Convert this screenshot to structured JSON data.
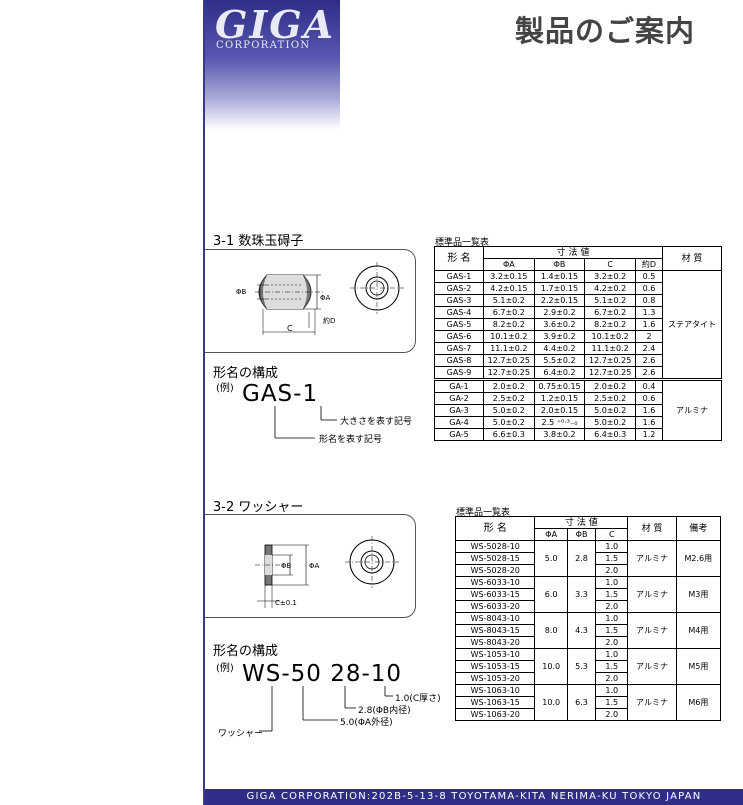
{
  "brand": {
    "logo_main": "GIGA",
    "logo_sub": "CORPORATION"
  },
  "page_title": "製品のご案内",
  "gas": {
    "section_title": "3-1 数珠玉碍子",
    "diagram_labels": {
      "b": "ΦB",
      "a": "ΦA",
      "c": "C",
      "d": "約D"
    },
    "composition_title": "形名の構成",
    "example": "(例)",
    "part_number": "GAS-1",
    "legend_size": "大きさを表す記号",
    "legend_model": "形名を表す記号",
    "table_title": "標準品一覧表",
    "headers": {
      "model": "形 名",
      "dims": "寸 法 値",
      "material": "材 質",
      "a": "ΦA",
      "b": "ΦB",
      "c": "C",
      "d": "約D"
    },
    "rows": [
      [
        "GAS-1",
        "3.2±0.15",
        "1.4±0.15",
        "3.2±0.2",
        "0.5"
      ],
      [
        "GAS-2",
        "4.2±0.15",
        "1.7±0.15",
        "4.2±0.2",
        "0.6"
      ],
      [
        "GAS-3",
        "5.1±0.2",
        "2.2±0.15",
        "5.1±0.2",
        "0.8"
      ],
      [
        "GAS-4",
        "6.7±0.2",
        "2.9±0.2",
        "6.7±0.2",
        "1.3"
      ],
      [
        "GAS-5",
        "8.2±0.2",
        "3.6±0.2",
        "8.2±0.2",
        "1.6"
      ],
      [
        "GAS-6",
        "10.1±0.2",
        "3.9±0.2",
        "10.1±0.2",
        "2"
      ],
      [
        "GAS-7",
        "11.1±0.2",
        "4.4±0.2",
        "11.1±0.2",
        "2.4"
      ],
      [
        "GAS-8",
        "12.7±0.25",
        "5.5±0.2",
        "12.7±0.25",
        "2.6"
      ],
      [
        "GAS-9",
        "12.7±0.25",
        "6.4±0.2",
        "12.7±0.25",
        "2.6"
      ],
      [
        "GA-1",
        "2.0±0.2",
        "0.75±0.15",
        "2.0±0.2",
        "0.4"
      ],
      [
        "GA-2",
        "2.5±0.2",
        "1.2±0.15",
        "2.5±0.2",
        "0.6"
      ],
      [
        "GA-3",
        "5.0±0.2",
        "2.0±0.15",
        "5.0±0.2",
        "1.6"
      ],
      [
        "GA-4",
        "5.0±0.2",
        "2.5 ⁺⁰·³₋₀",
        "5.0±0.2",
        "1.6"
      ],
      [
        "GA-5",
        "6.6±0.3",
        "3.8±0.2",
        "6.4±0.3",
        "1.2"
      ]
    ],
    "material_1": "ステアタイト",
    "material_2": "アルミナ"
  },
  "ws": {
    "section_title": "3-2 ワッシャー",
    "diagram_labels": {
      "b": "ΦB",
      "a": "ΦA",
      "c": "C±0.1"
    },
    "composition_title": "形名の構成",
    "example": "(例)",
    "part_number": "WS-50 28-10",
    "legend_thickness": "1.0(C厚さ)",
    "legend_inner": "2.8(ΦB内径)",
    "legend_outer": "5.0(ΦA外径)",
    "legend_washer": "ワッシャー",
    "table_title": "標準品一覧表",
    "headers": {
      "model": "形 名",
      "dims": "寸 法 値",
      "material": "材 質",
      "note": "備考",
      "a": "ΦA",
      "b": "ΦB",
      "c": "C"
    },
    "groups": [
      {
        "models": [
          "WS-5028-10",
          "WS-5028-15",
          "WS-5028-20"
        ],
        "a": "5.0",
        "b": "2.8",
        "c": [
          "1.0",
          "1.5",
          "2.0"
        ],
        "material": "アルミナ",
        "note": "M2.6用"
      },
      {
        "models": [
          "WS-6033-10",
          "WS-6033-15",
          "WS-6033-20"
        ],
        "a": "6.0",
        "b": "3.3",
        "c": [
          "1.0",
          "1.5",
          "2.0"
        ],
        "material": "アルミナ",
        "note": "M3用"
      },
      {
        "models": [
          "WS-8043-10",
          "WS-8043-15",
          "WS-8043-20"
        ],
        "a": "8.0",
        "b": "4.3",
        "c": [
          "1.0",
          "1.5",
          "2.0"
        ],
        "material": "アルミナ",
        "note": "M4用"
      },
      {
        "models": [
          "WS-1053-10",
          "WS-1053-15",
          "WS-1053-20"
        ],
        "a": "10.0",
        "b": "5.3",
        "c": [
          "1.0",
          "1.5",
          "2.0"
        ],
        "material": "アルミナ",
        "note": "M5用"
      },
      {
        "models": [
          "WS-1063-10",
          "WS-1063-15",
          "WS-1063-20"
        ],
        "a": "10.0",
        "b": "6.3",
        "c": [
          "1.0",
          "1.5",
          "2.0"
        ],
        "material": "アルミナ",
        "note": "M6用"
      }
    ]
  },
  "footer": "GIGA CORPORATION:202B-5-13-8 TOYOTAMA-KITA NERIMA-KU TOKYO JAPAN"
}
